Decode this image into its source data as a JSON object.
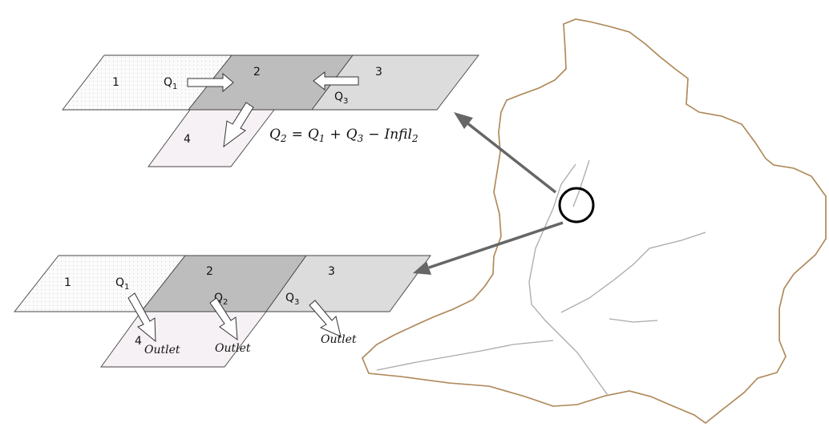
{
  "diagram": {
    "colors": {
      "cell_1_fill": "#fbfbfb",
      "cell_2_fill": "#bdbdbd",
      "cell_3_fill": "#dcdcdc",
      "cell_4_fill": "#f6f1f4",
      "basin_fill": "#ffffff",
      "grid_line": "#777777",
      "stream_line": "#aaaaaa",
      "pointer_arrow": "#666666"
    },
    "top_panel": {
      "cells": [
        "1",
        "2",
        "3",
        "4"
      ],
      "flow_labels": {
        "q1": {
          "base": "Q",
          "sub": "1"
        },
        "q3": {
          "base": "Q",
          "sub": "3"
        }
      },
      "equation": {
        "lhs": "Q",
        "lhs_sub": "2",
        "t1": "Q",
        "t1_sub": "1",
        "t2": "Q",
        "t2_sub": "3",
        "loss": "Infil",
        "loss_sub": "2",
        "eq_sign": "=",
        "plus": "+",
        "minus": "−"
      }
    },
    "bottom_panel": {
      "cells": [
        "1",
        "2",
        "3",
        "4"
      ],
      "flow_labels": {
        "q1": {
          "base": "Q",
          "sub": "1"
        },
        "q2": {
          "base": "Q",
          "sub": "2"
        },
        "q3": {
          "base": "Q",
          "sub": "3"
        }
      },
      "outlets": [
        "Outlet",
        "Outlet",
        "Outlet"
      ]
    },
    "basin": {
      "icons": [
        "watershed-grid-map",
        "highlight-circle-icon"
      ]
    }
  }
}
